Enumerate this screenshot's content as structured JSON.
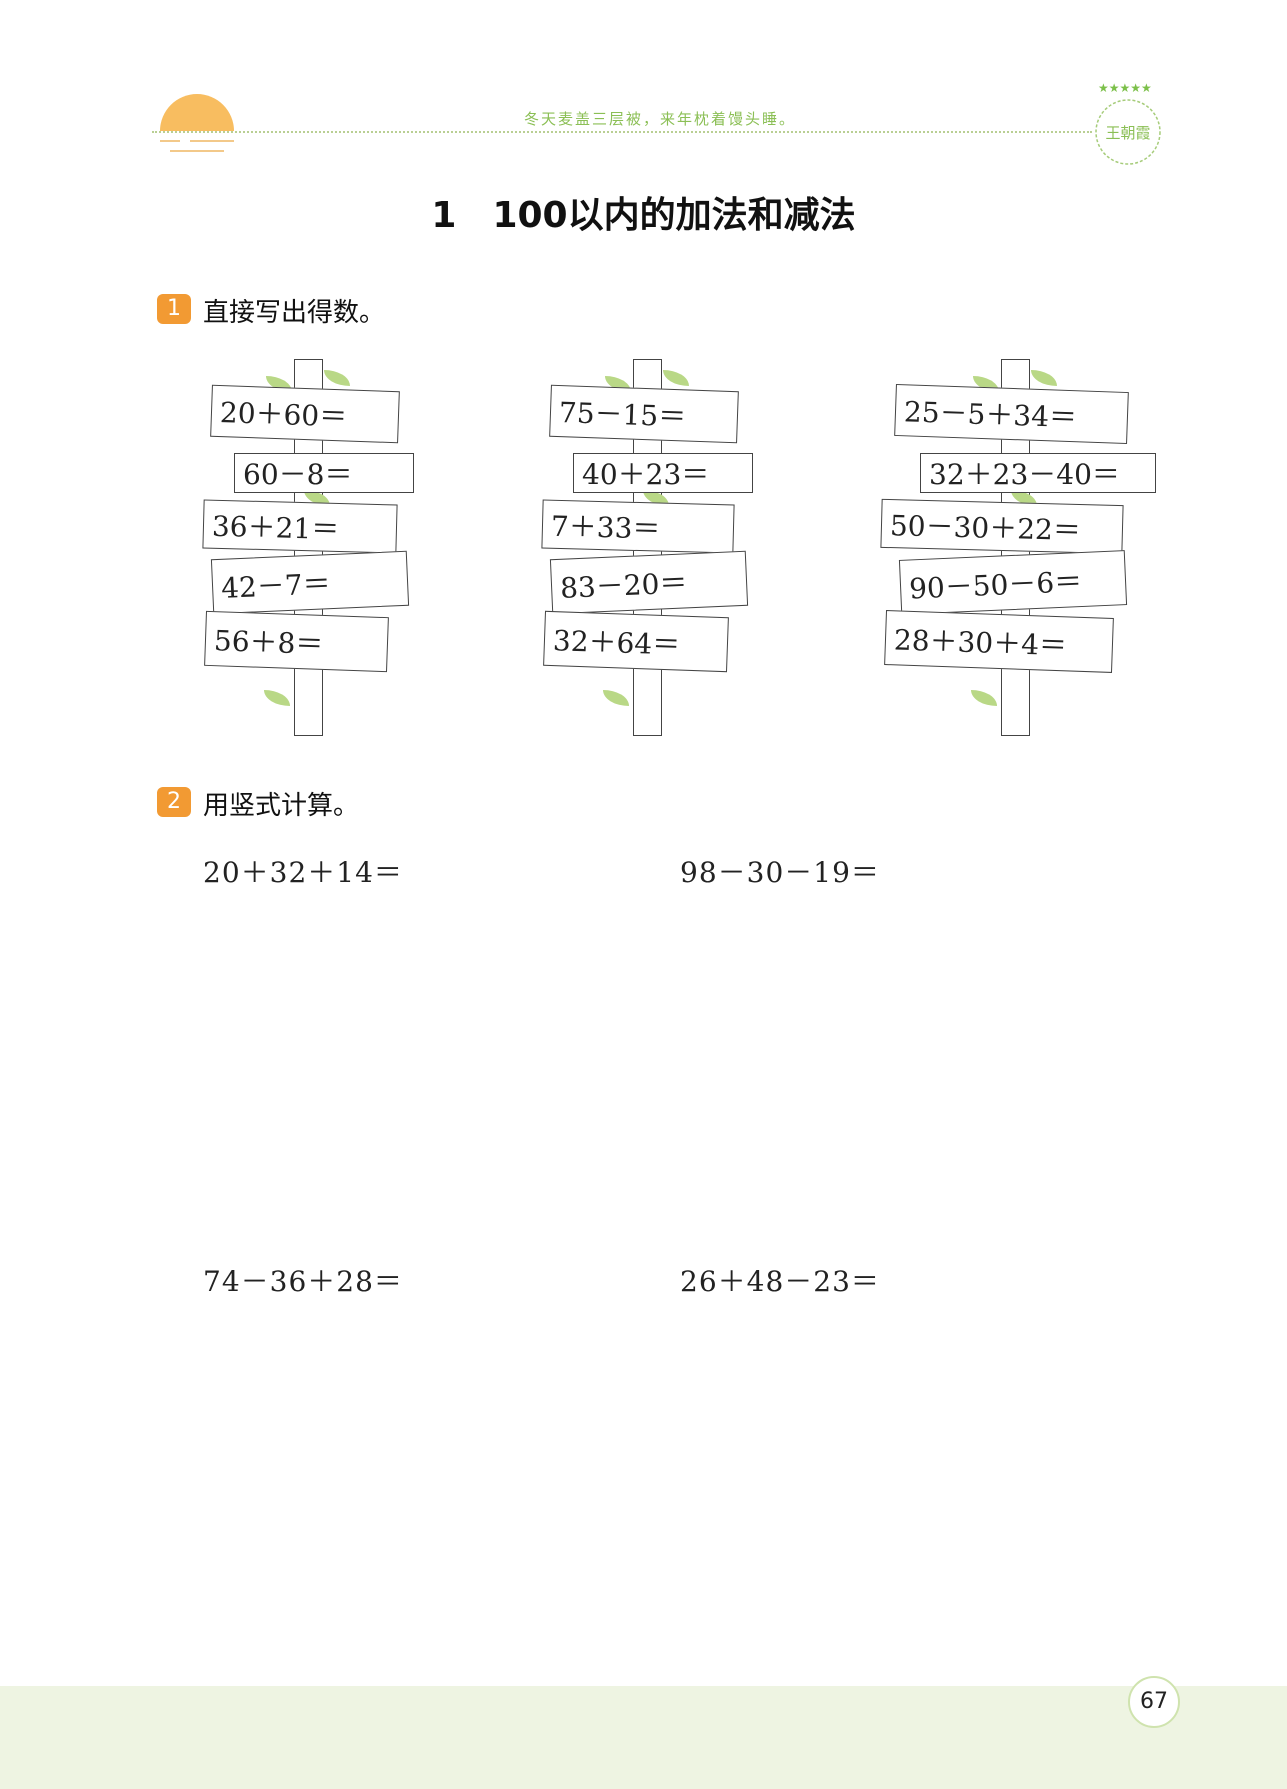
{
  "header": {
    "motto": "冬天麦盖三层被，来年枕着馒头睡。",
    "logo_text": "王朝霞"
  },
  "title": "1　100以内的加法和减法",
  "q1": {
    "number": "1",
    "label": "直接写出得数。",
    "columns": [
      [
        "20＋60＝",
        "60－8＝",
        "36＋21＝",
        "42－7＝",
        "56＋8＝"
      ],
      [
        "75－15＝",
        "40＋23＝",
        "7＋33＝",
        "83－20＝",
        "32＋64＝"
      ],
      [
        "25－5＋34＝",
        "32＋23－40＝",
        "50－30＋22＝",
        "90－50－6＝",
        "28＋30＋4＝"
      ]
    ]
  },
  "q2": {
    "number": "2",
    "label": "用竖式计算。",
    "items": [
      "20＋32＋14＝",
      "98－30－19＝",
      "74－36＋28＝",
      "26＋48－23＝"
    ]
  },
  "page_number": "67",
  "colors": {
    "accent": "#f29a33",
    "green": "#8bbf55"
  }
}
